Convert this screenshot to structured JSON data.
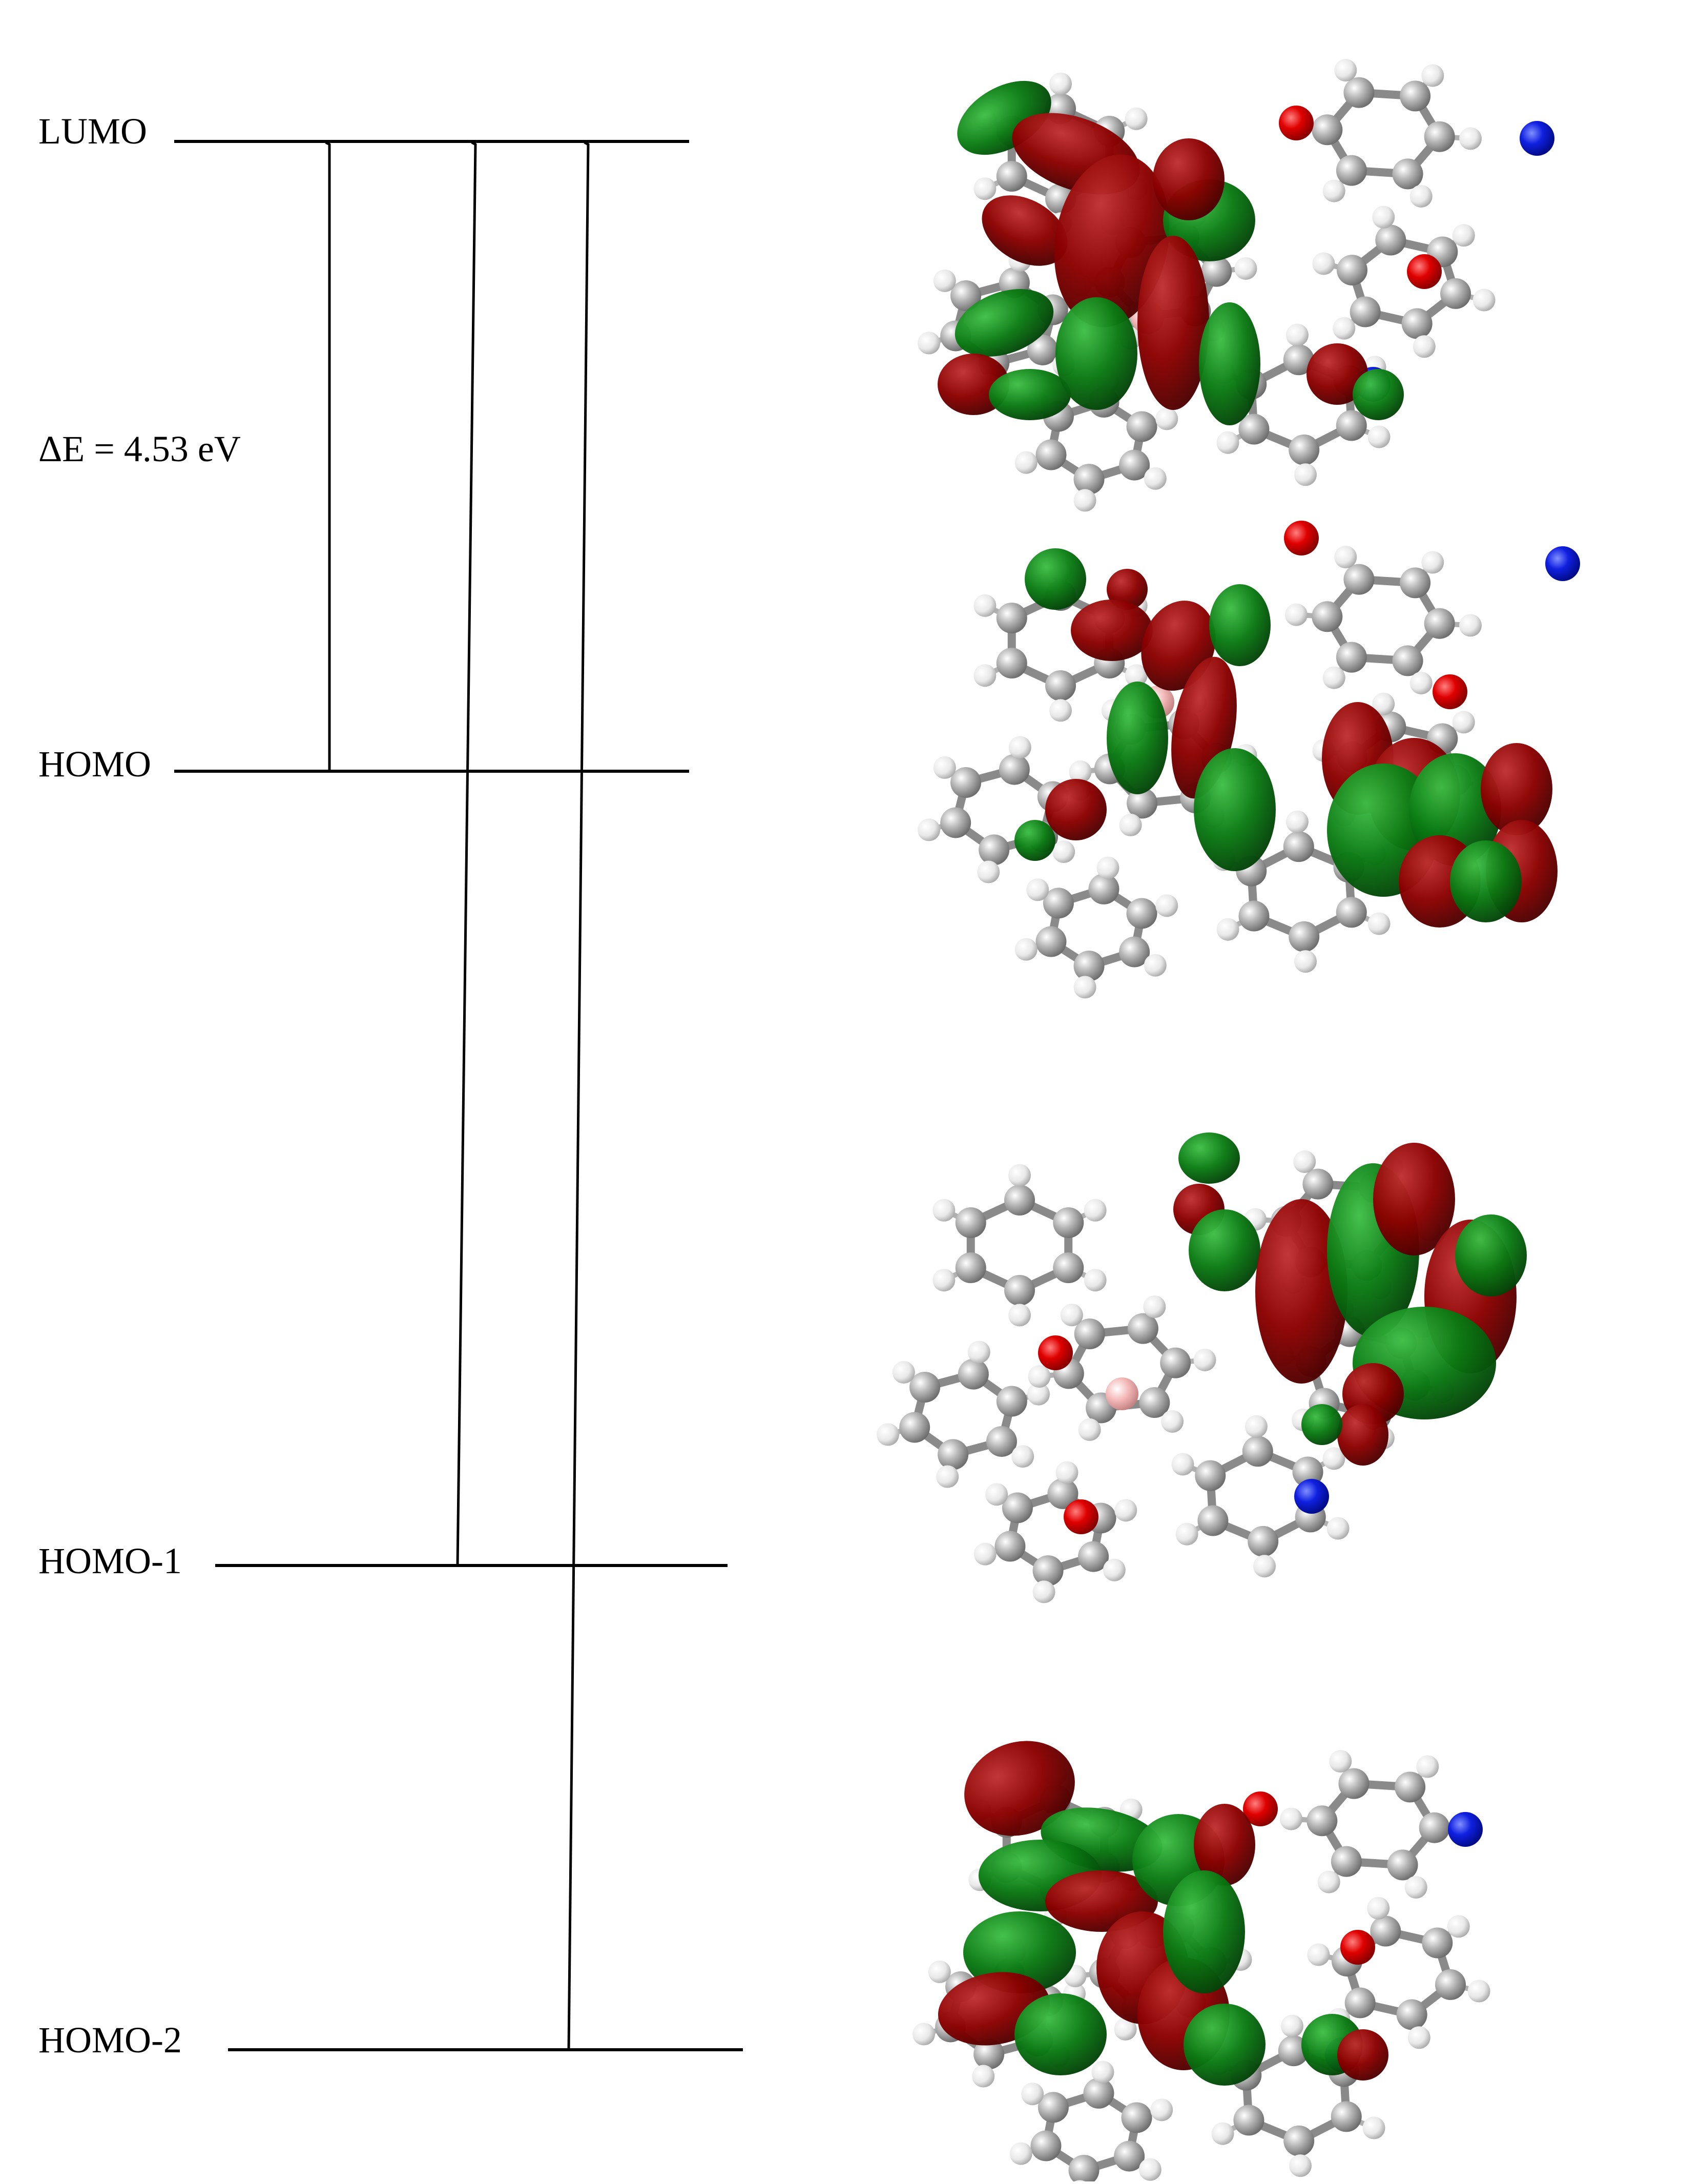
{
  "levels": [
    {
      "label": "LUMO"
    },
    {
      "label": "HOMO"
    },
    {
      "label": "HOMO-1"
    },
    {
      "label": "HOMO-2"
    }
  ],
  "gap": {
    "label": "ΔE = 4.53 eV"
  },
  "transitions": [
    {
      "from": "HOMO",
      "to": "LUMO"
    },
    {
      "from": "HOMO-1",
      "to": "LUMO"
    },
    {
      "from": "HOMO-2",
      "to": "LUMO"
    }
  ],
  "orbital_images": [
    {
      "orbital": "LUMO"
    },
    {
      "orbital": "HOMO"
    },
    {
      "orbital": "HOMO-1"
    },
    {
      "orbital": "HOMO-2"
    }
  ],
  "colors": {
    "line": "#000000",
    "lobe_positive": "#8b0000",
    "lobe_negative": "#0a7a12",
    "atom_carbon": "#9e9e9e",
    "atom_hydrogen": "#f2f2f2",
    "atom_oxygen": "#e00000",
    "atom_nitrogen": "#1020e0",
    "atom_boron": "#f4b8b8"
  }
}
